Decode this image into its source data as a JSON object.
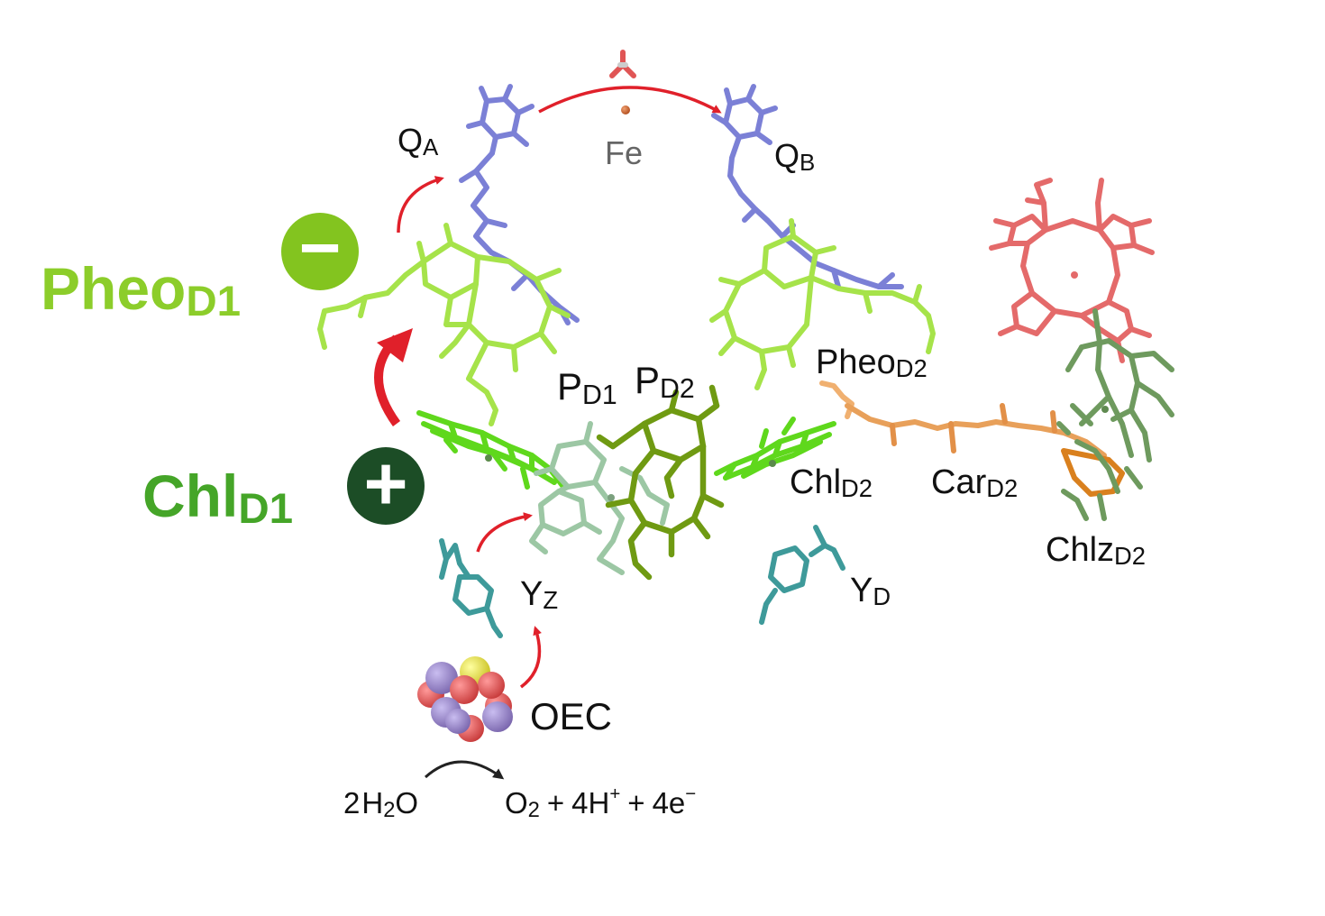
{
  "labels": {
    "qa": {
      "main": "Q",
      "sub": "A"
    },
    "qb": {
      "main": "Q",
      "sub": "B"
    },
    "fe": "Fe",
    "pheo_d1": {
      "main": "Pheo",
      "sub": "D1"
    },
    "chl_d1": {
      "main": "Chl",
      "sub": "D1"
    },
    "pd1": {
      "main": "P",
      "sub": "D1"
    },
    "pd2": {
      "main": "P",
      "sub": "D2"
    },
    "pheo_d2": {
      "main": "Pheo",
      "sub": "D2"
    },
    "chl_d2": {
      "main": "Chl",
      "sub": "D2"
    },
    "car_d2": {
      "main": "Car",
      "sub": "D2"
    },
    "chlz_d2": {
      "main": "Chlz",
      "sub": "D2"
    },
    "yz": {
      "main": "Y",
      "sub": "Z"
    },
    "yd": {
      "main": "Y",
      "sub": "D"
    },
    "oec": "OEC"
  },
  "reaction": {
    "reactant_coef": "2",
    "reactant_h": "H",
    "reactant_sub": "2",
    "reactant_o": "O",
    "product_o": "O",
    "product_o_sub": "2",
    "plus1": "+",
    "product_h": "4H",
    "product_h_sup": "+",
    "plus2": "+",
    "product_e": "4e",
    "product_e_sup": "−"
  },
  "signs": {
    "minus": "−",
    "plus": "+"
  },
  "colors": {
    "quinone": "#7b80d6",
    "pheo": "#a6e34a",
    "chl_bright": "#5fd81c",
    "p_special": "#6f9a12",
    "p_pale": "#9cc7a4",
    "tyrosine": "#3e9a9a",
    "carotenoid": "#e8a05a",
    "chlz": "#6e9a5e",
    "heme": "#e46a6a",
    "arrow_red": "#e0202a",
    "pheo_text": "#8ccd2a",
    "chl_text": "#45a528",
    "minus_circle": "#83c41f",
    "plus_circle": "#1c4d26",
    "mn": "#8f7ac0",
    "ca": "#e8e040",
    "oxygen": "#e05555"
  }
}
